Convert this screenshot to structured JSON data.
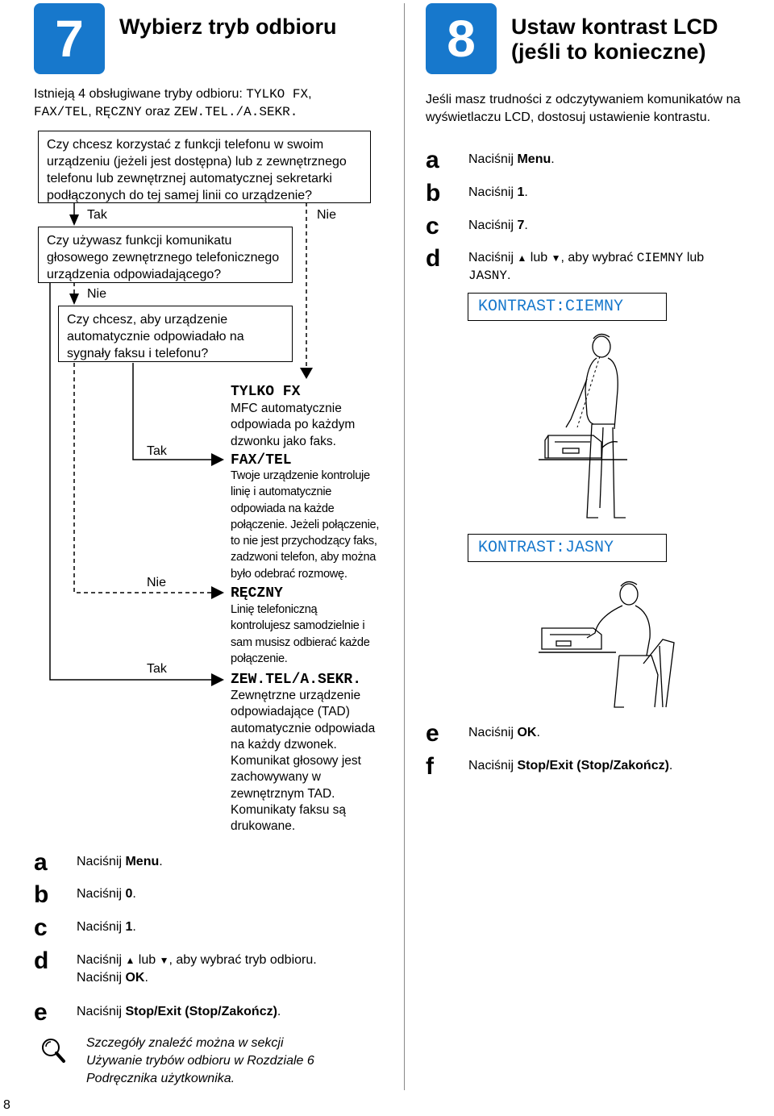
{
  "left": {
    "step_number": "7",
    "title": "Wybierz tryb odbioru",
    "intro": {
      "prefix": "Istnieją 4 obsługiwane tryby odbioru: ",
      "m1": "TYLKO FX",
      "sep1": ",",
      "m2": "FAX/TEL",
      "sep2": ", ",
      "m3": "RĘCZNY",
      "sep3": " oraz ",
      "m4": "ZEW.TEL./A.SEKR."
    },
    "flow": {
      "q1": "Czy chcesz korzystać z funkcji telefonu w swoim urządzeniu (jeżeli jest dostępna) lub z zewnętrznego telefonu lub zewnętrznej automatycznej sekretarki podłączonych do tej samej linii co urządzenie?",
      "q2": "Czy używasz funkcji komunikatu głosowego zewnętrznego telefonicznego urządzenia odpowiadającego?",
      "q3": "Czy chcesz, aby urządzenie automatycznie odpowiadało na sygnały faksu i telefonu?",
      "yes": "Tak",
      "no": "Nie"
    },
    "modes": [
      {
        "name": "TYLKO FX",
        "desc": "MFC automatycznie odpowiada po każdym dzwonku jako faks."
      },
      {
        "name": "FAX/TEL",
        "desc": "Twoje urządzenie kontroluje linię i automatycznie odpowiada na każde połączenie. Jeżeli połączenie, to nie jest przychodzący faks, zadzwoni telefon, aby można było odebrać rozmowę."
      },
      {
        "name": "RĘCZNY",
        "desc": "Linię telefoniczną kontrolujesz samodzielnie i sam musisz odbierać każde połączenie."
      },
      {
        "name": "ZEW.TEL/A.SEKR.",
        "desc": "Zewnętrzne urządzenie odpowiadające (TAD) automatycznie odpowiada na każdy dzwonek. Komunikat głosowy jest zachowywany w zewnętrznym TAD. Komunikaty faksu są drukowane."
      }
    ],
    "steps": {
      "a": {
        "letter": "a",
        "pre": "Naciśnij ",
        "bold": "Menu",
        "post": "."
      },
      "b": {
        "letter": "b",
        "pre": "Naciśnij ",
        "bold": "0",
        "post": "."
      },
      "c": {
        "letter": "c",
        "pre": "Naciśnij ",
        "bold": "1",
        "post": "."
      },
      "d": {
        "letter": "d",
        "pre": "Naciśnij ",
        "up": "▲",
        "mid": " lub ",
        "down": "▼",
        "post": ", aby wybrać tryb odbioru.",
        "line2_pre": "Naciśnij ",
        "line2_bold": "OK",
        "line2_post": "."
      },
      "e": {
        "letter": "e",
        "pre": "Naciśnij ",
        "bold": "Stop/Exit (Stop/Zakończ)",
        "post": "."
      }
    },
    "note": {
      "icon": "magnifier-icon",
      "line1": "Szczegóły znaleźć można w sekcji",
      "line2": "Używanie trybów odbioru w Rozdziale 6",
      "line3": "Podręcznika użytkownika."
    }
  },
  "right": {
    "step_number": "8",
    "title_line1": "Ustaw kontrast LCD",
    "title_line2": "(jeśli to konieczne)",
    "intro": "Jeśli masz trudności z odczytywaniem komunikatów na wyświetlaczu LCD, dostosuj ustawienie kontrastu.",
    "steps": {
      "a": {
        "letter": "a",
        "pre": "Naciśnij ",
        "bold": "Menu",
        "post": "."
      },
      "b": {
        "letter": "b",
        "pre": "Naciśnij ",
        "bold": "1",
        "post": "."
      },
      "c": {
        "letter": "c",
        "pre": "Naciśnij ",
        "bold": "7",
        "post": "."
      },
      "d": {
        "letter": "d",
        "pre": "Naciśnij ",
        "up": "▲",
        "mid": " lub ",
        "down": "▼",
        "post": ", aby wybrać ",
        "m1": "CIEMNY",
        "or": " lub",
        "m2": "JASNY",
        "end": "."
      },
      "e": {
        "letter": "e",
        "pre": "Naciśnij ",
        "bold": "OK",
        "post": "."
      },
      "f": {
        "letter": "f",
        "pre": "Naciśnij ",
        "bold": "Stop/Exit (Stop/Zakończ)",
        "post": "."
      }
    },
    "lcd_dark": "KONTRAST:CIEMNY",
    "lcd_light": "KONTRAST:JASNY"
  },
  "page_number": "8",
  "colors": {
    "accent": "#1778cc",
    "lcd_text": "#1778cc"
  }
}
